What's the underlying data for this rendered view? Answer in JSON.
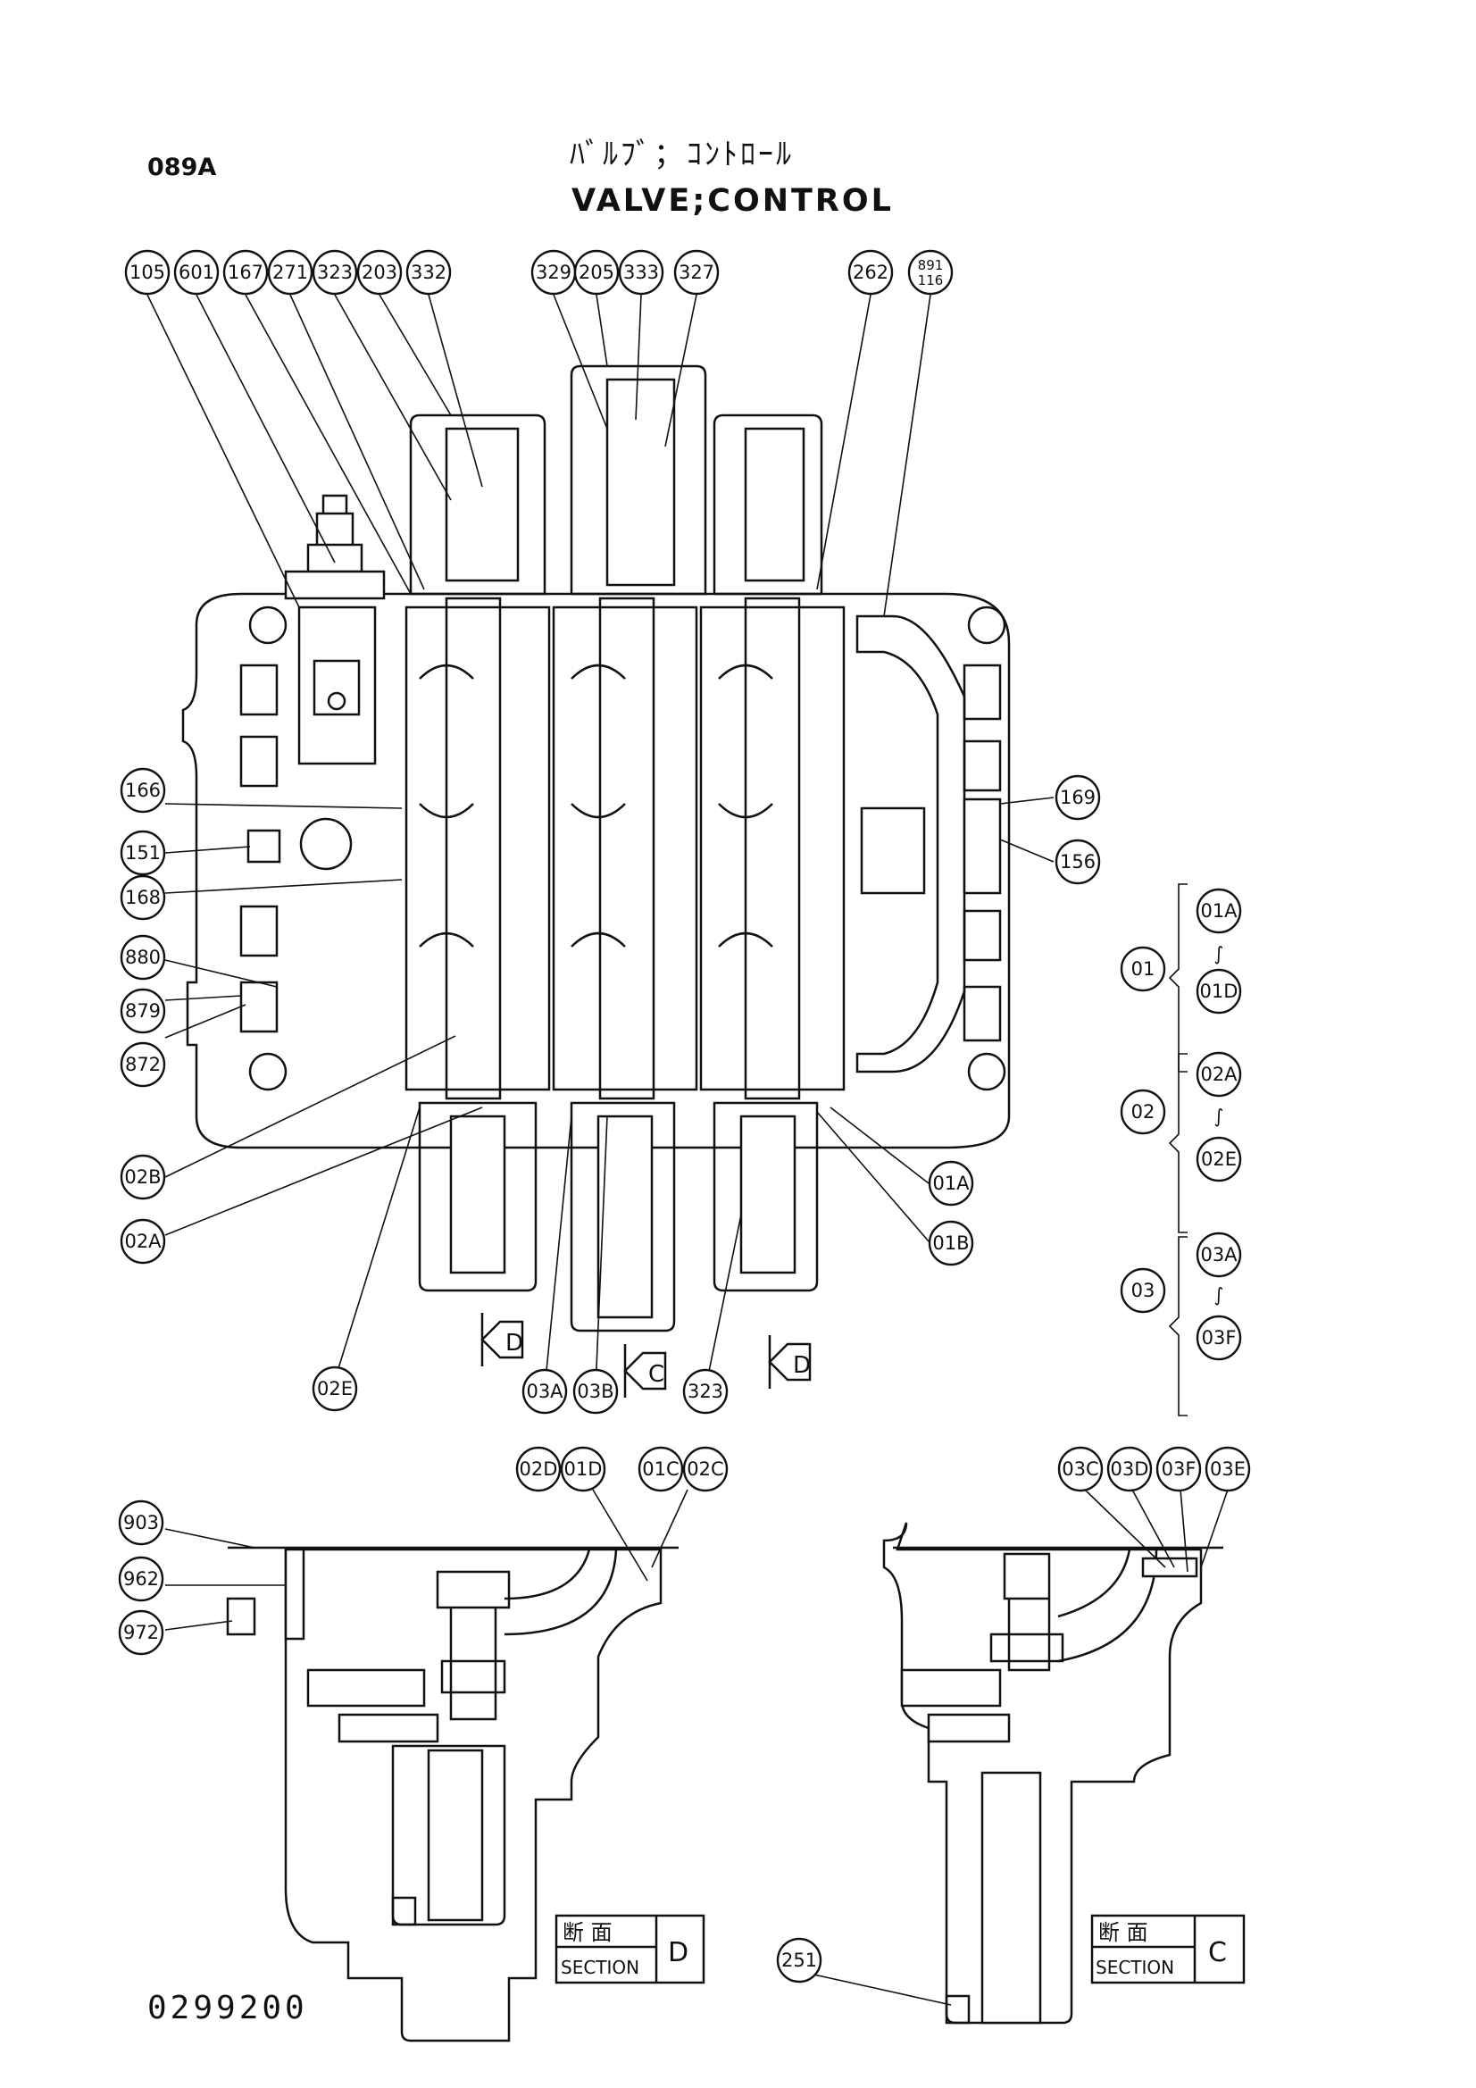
{
  "header": {
    "page_code": "089A",
    "title_jp": "ﾊﾞﾙﾌﾞ；ｺﾝﾄﾛｰﾙ",
    "title_en": "VALVE;CONTROL"
  },
  "footer": {
    "drawing_no": "0299200"
  },
  "part_labels": {
    "p105": "105",
    "p601": "601",
    "p167": "167",
    "p271": "271",
    "p323a": "323",
    "p203": "203",
    "p332": "332",
    "p329": "329",
    "p205": "205",
    "p333": "333",
    "p327": "327",
    "p262": "262",
    "p891": "891",
    "p116": "116",
    "p166": "166",
    "p151": "151",
    "p168": "168",
    "p880": "880",
    "p879": "879",
    "p872": "872",
    "p02B": "02B",
    "p02A": "02A",
    "p02E": "02E",
    "p03A": "03A",
    "p03B": "03B",
    "p323b": "323",
    "p01A": "01A",
    "p01B": "01B",
    "p169": "169",
    "p156": "156",
    "p02D": "02D",
    "p01D": "01D",
    "p01C": "01C",
    "p02C": "02C",
    "p903": "903",
    "p962": "962",
    "p972": "972",
    "p03C": "03C",
    "p03D": "03D",
    "p03F": "03F",
    "p03E": "03E",
    "p251": "251"
  },
  "groups": [
    {
      "id": "01",
      "from": "01A",
      "tilde": "∫",
      "to": "01D"
    },
    {
      "id": "02",
      "from": "02A",
      "tilde": "∫",
      "to": "02E"
    },
    {
      "id": "03",
      "from": "03A",
      "tilde": "∫",
      "to": "03F"
    }
  ],
  "section_arrows": {
    "d1": "D",
    "c": "C",
    "d2": "D"
  },
  "section_boxes": {
    "d": {
      "jp": "断 面",
      "en": "SECTION",
      "letter": "D"
    },
    "c": {
      "jp": "断 面",
      "en": "SECTION",
      "letter": "C"
    }
  }
}
